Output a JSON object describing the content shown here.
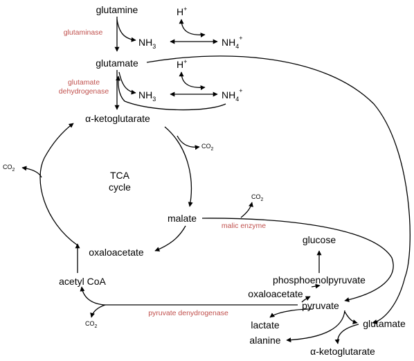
{
  "metabolites": {
    "glutamine": "glutamine",
    "nh3": "NH",
    "nh3_sub": "3",
    "h": "H",
    "h_sup": "+",
    "nh4": "NH",
    "nh4_sub": "4",
    "nh4_sup": "+",
    "glutamate": "glutamate",
    "alpha_ketoglutarate": "α-ketoglutarate",
    "co2": "CO",
    "co2_sub": "2",
    "tca_cycle_line1": "TCA",
    "tca_cycle_line2": "cycle",
    "malate": "malate",
    "oxaloacetate": "oxaloacetate",
    "acetyl_coa": "acetyl CoA",
    "glucose": "glucose",
    "phosphoenolpyruvate": "phosphoenolpyruvate",
    "pyruvate": "pyruvate",
    "lactate": "lactate",
    "alanine": "alanine"
  },
  "enzymes": {
    "glutaminase": "glutaminase",
    "glutamate_dehydrogenase_line1": "glutamate",
    "glutamate_dehydrogenase_line2": "dehydrogenase",
    "malic_enzyme": "malic enzyme",
    "pyruvate_dehydrogenase": "pyruvate denydrogenase"
  },
  "colors": {
    "enzyme_label": "#c0504d",
    "arrow": "#000000"
  }
}
